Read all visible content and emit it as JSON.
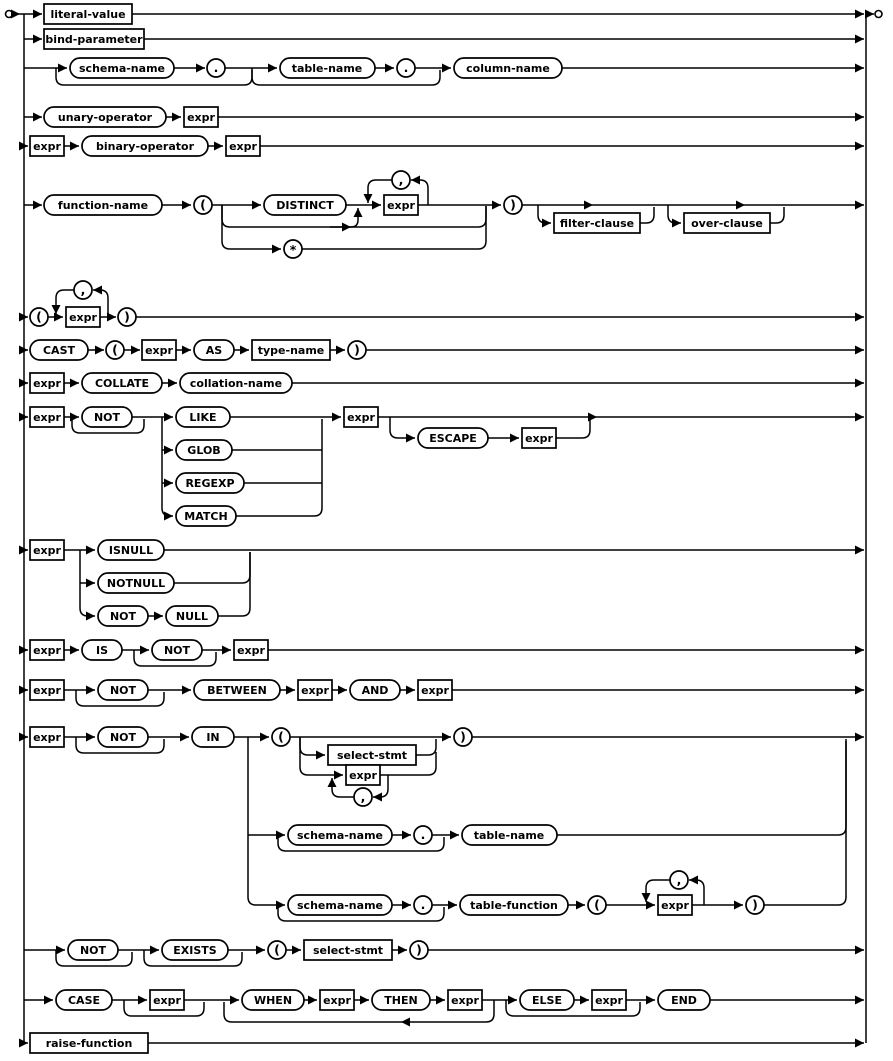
{
  "diagram": {
    "background": "#ffffff",
    "line_color": "#000000",
    "labels": {
      "lv": "literal-value",
      "bp": "bind-parameter",
      "schema": "schema-name",
      "dot": ".",
      "table": "table-name",
      "column": "column-name",
      "unary": "unary-operator",
      "expr": "expr",
      "binary": "binary-operator",
      "func": "function-name",
      "lp": "(",
      "rp": ")",
      "comma": ",",
      "distinct": "DISTINCT",
      "star": "*",
      "filter": "filter-clause",
      "over": "over-clause",
      "cast": "CAST",
      "as": "AS",
      "typename": "type-name",
      "collate": "COLLATE",
      "collation": "collation-name",
      "not": "NOT",
      "like": "LIKE",
      "glob": "GLOB",
      "regexp": "REGEXP",
      "match": "MATCH",
      "escape": "ESCAPE",
      "isnull": "ISNULL",
      "notnull": "NOTNULL",
      "null": "NULL",
      "is": "IS",
      "between": "BETWEEN",
      "and": "AND",
      "in": "IN",
      "select": "select-stmt",
      "tablefunc": "table-function",
      "exists": "EXISTS",
      "case": "CASE",
      "when": "WHEN",
      "then": "THEN",
      "else": "ELSE",
      "end": "END",
      "raise": "raise-function"
    }
  }
}
